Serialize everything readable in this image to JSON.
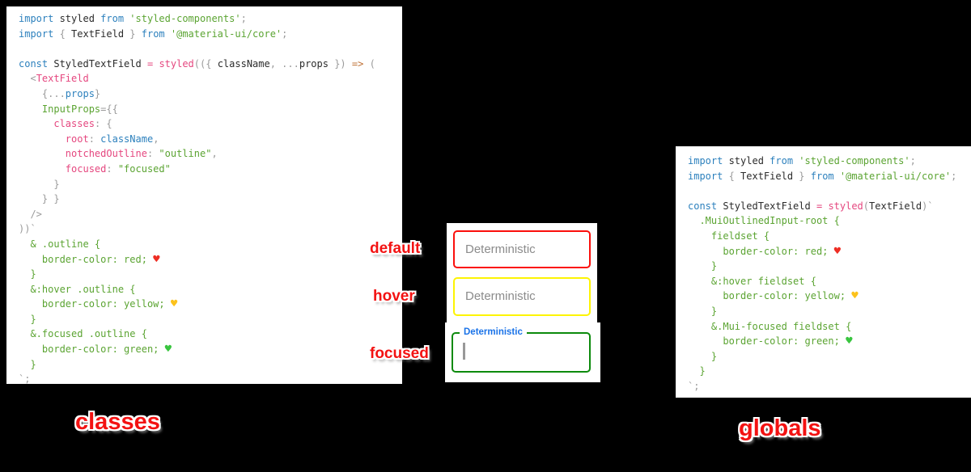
{
  "page": {
    "background": "#000000"
  },
  "labels": {
    "default": "default",
    "hover": "hover",
    "focused": "focused",
    "classes": "classes",
    "globals": "globals"
  },
  "colors": {
    "label_red": "#f31212",
    "default_border": "#fb0f0c",
    "hover_border": "#fdf403",
    "focused_border": "#0c8a0c",
    "focused_label_blue": "#1a73e8",
    "heart_red": "#ee2e24",
    "heart_yellow": "#fcc21b",
    "heart_green": "#39c53f"
  },
  "fields": {
    "default": {
      "placeholder": "Deterministic",
      "border_color": "#fb0f0c"
    },
    "hover": {
      "placeholder": "Deterministic",
      "border_color": "#fdf403"
    },
    "focused": {
      "label": "Deterministic",
      "border_color": "#0c8a0c"
    }
  },
  "left_code": {
    "lines": [
      [
        [
          "kw",
          "import "
        ],
        [
          "id",
          "styled"
        ],
        [
          "kw",
          " from "
        ],
        [
          "str",
          "'styled-components'"
        ],
        [
          "punc",
          ";"
        ]
      ],
      [
        [
          "kw",
          "import "
        ],
        [
          "punc",
          "{ "
        ],
        [
          "id",
          "TextField"
        ],
        [
          "punc",
          " } "
        ],
        [
          "kw",
          "from "
        ],
        [
          "str",
          "'@material-ui/core'"
        ],
        [
          "punc",
          ";"
        ]
      ],
      [],
      [
        [
          "kw",
          "const "
        ],
        [
          "id",
          "StyledTextField"
        ],
        [
          "punc",
          " "
        ],
        [
          "pink",
          "="
        ],
        [
          "punc",
          " "
        ],
        [
          "pink",
          "styled"
        ],
        [
          "punc",
          "(({ "
        ],
        [
          "id",
          "className"
        ],
        [
          "punc",
          ", ..."
        ],
        [
          "id",
          "props"
        ],
        [
          "punc",
          " }) "
        ],
        [
          "arrow",
          "=>"
        ],
        [
          "punc",
          " ("
        ]
      ],
      [
        [
          "punc",
          "  <"
        ],
        [
          "pink",
          "TextField"
        ]
      ],
      [
        [
          "punc",
          "    {..."
        ],
        [
          "kw",
          "props"
        ],
        [
          "punc",
          "}"
        ]
      ],
      [
        [
          "punc",
          "    "
        ],
        [
          "str",
          "InputProps"
        ],
        [
          "punc",
          "={{"
        ]
      ],
      [
        [
          "punc",
          "      "
        ],
        [
          "pink",
          "classes"
        ],
        [
          "punc",
          ": {"
        ]
      ],
      [
        [
          "punc",
          "        "
        ],
        [
          "pink",
          "root"
        ],
        [
          "punc",
          ": "
        ],
        [
          "kw",
          "className"
        ],
        [
          "punc",
          ","
        ]
      ],
      [
        [
          "punc",
          "        "
        ],
        [
          "pink",
          "notchedOutline"
        ],
        [
          "punc",
          ": "
        ],
        [
          "str",
          "\"outline\""
        ],
        [
          "punc",
          ","
        ]
      ],
      [
        [
          "punc",
          "        "
        ],
        [
          "pink",
          "focused"
        ],
        [
          "punc",
          ": "
        ],
        [
          "str",
          "\"focused\""
        ]
      ],
      [
        [
          "punc",
          "      }"
        ]
      ],
      [
        [
          "punc",
          "    } }"
        ]
      ],
      [
        [
          "punc",
          "  />"
        ]
      ],
      [
        [
          "punc",
          "))`"
        ]
      ],
      [
        [
          "css",
          "  & .outline {"
        ]
      ],
      [
        [
          "css",
          "    border-color: red; "
        ],
        [
          "hred",
          "♥"
        ]
      ],
      [
        [
          "css",
          "  }"
        ]
      ],
      [
        [
          "css",
          "  &:hover .outline {"
        ]
      ],
      [
        [
          "css",
          "    border-color: yellow; "
        ],
        [
          "hyel",
          "♥"
        ]
      ],
      [
        [
          "css",
          "  }"
        ]
      ],
      [
        [
          "css",
          "  &.focused .outline {"
        ]
      ],
      [
        [
          "css",
          "    border-color: green; "
        ],
        [
          "hgrn",
          "♥"
        ]
      ],
      [
        [
          "css",
          "  }"
        ]
      ],
      [
        [
          "punc",
          "`;"
        ]
      ]
    ]
  },
  "right_code": {
    "lines": [
      [
        [
          "kw",
          "import "
        ],
        [
          "id",
          "styled"
        ],
        [
          "kw",
          " from "
        ],
        [
          "str",
          "'styled-components'"
        ],
        [
          "punc",
          ";"
        ]
      ],
      [
        [
          "kw",
          "import "
        ],
        [
          "punc",
          "{ "
        ],
        [
          "id",
          "TextField"
        ],
        [
          "punc",
          " } "
        ],
        [
          "kw",
          "from "
        ],
        [
          "str",
          "'@material-ui/core'"
        ],
        [
          "punc",
          ";"
        ]
      ],
      [],
      [
        [
          "kw",
          "const "
        ],
        [
          "id",
          "StyledTextField"
        ],
        [
          "punc",
          " "
        ],
        [
          "pink",
          "="
        ],
        [
          "punc",
          " "
        ],
        [
          "pink",
          "styled"
        ],
        [
          "punc",
          "("
        ],
        [
          "id",
          "TextField"
        ],
        [
          "punc",
          ")`"
        ]
      ],
      [
        [
          "css",
          "  .MuiOutlinedInput-root {"
        ]
      ],
      [
        [
          "css",
          "    fieldset {"
        ]
      ],
      [
        [
          "css",
          "      border-color: red; "
        ],
        [
          "hred",
          "♥"
        ]
      ],
      [
        [
          "css",
          "    }"
        ]
      ],
      [
        [
          "css",
          "    &:hover fieldset {"
        ]
      ],
      [
        [
          "css",
          "      border-color: yellow; "
        ],
        [
          "hyel",
          "♥"
        ]
      ],
      [
        [
          "css",
          "    }"
        ]
      ],
      [
        [
          "css",
          "    &.Mui-focused fieldset {"
        ]
      ],
      [
        [
          "css",
          "      border-color: green; "
        ],
        [
          "hgrn",
          "♥"
        ]
      ],
      [
        [
          "css",
          "    }"
        ]
      ],
      [
        [
          "css",
          "  }"
        ]
      ],
      [
        [
          "punc",
          "`;"
        ]
      ]
    ]
  }
}
